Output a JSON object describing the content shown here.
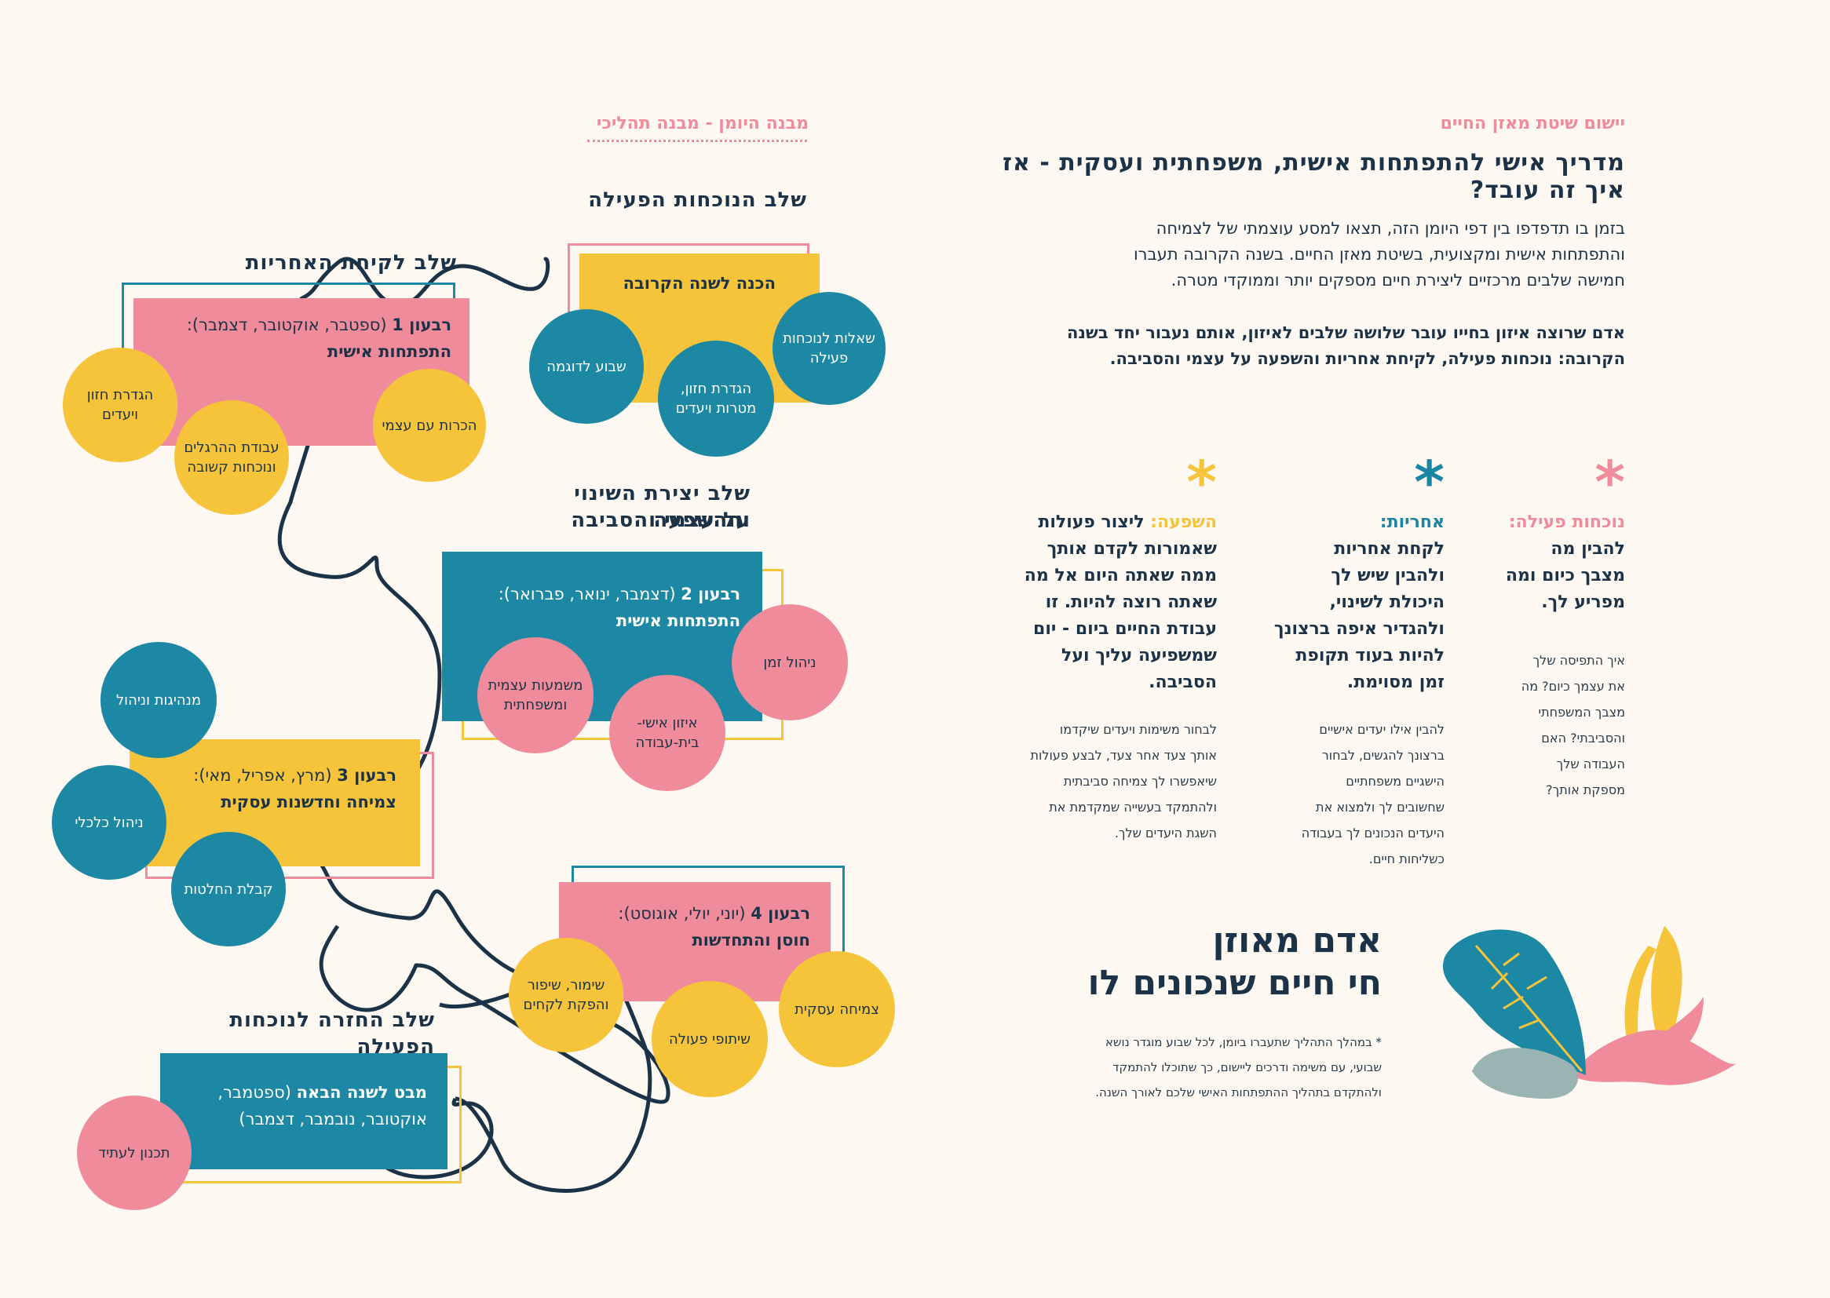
{
  "right_page": {
    "section_label": "יישום שיטת מאזן החיים",
    "title": "מדריך אישי להתפתחות אישית, משפחתית ועסקית - אז איך זה עובד?",
    "intro_lines": [
      "בזמן בו תדפדפו בין דפי היומן הזה, תצאו למסע עוצמתי של לצמיחה",
      "והתפתחות אישית ומקצועית, בשיטת מאזן החיים. בשנה הקרובה תעברו",
      "חמישה שלבים מרכזיים ליצירת חיים מספקים יותר וממוקדי מטרה."
    ],
    "intro_bold_lines": [
      "אדם שרוצה איזון בחייו עובר שלושה שלבים לאיזון, אותם נעבור יחד בשנה",
      "הקרובה: נוכחות פעילה, לקיחת אחריות והשפעה על עצמי והסביבה."
    ],
    "columns": [
      {
        "asterisk": "*",
        "head": "נוכחות פעילה:",
        "head_rest": "",
        "lines": [
          "להבין מה",
          "מצבך כיום ומה",
          "מפריע לך."
        ],
        "small_lines": [
          "איך התפיסה שלך",
          "את עצמך כיום? מה",
          "מצבך המשפחתי",
          "והסביבתי? האם",
          "העבודה שלך",
          "מספקת אותך?"
        ]
      },
      {
        "asterisk": "*",
        "head": "אחריות:",
        "head_rest": "",
        "lines": [
          "לקחת אחריות",
          "ולהבין שיש לך",
          "היכולת לשינוי,",
          "ולהגדיר איפה ברצונך",
          "להיות בעוד תקופת",
          "זמן מסוימת."
        ],
        "small_lines": [
          "להבין אילו יעדים אישיים",
          "ברצונך להגשים, לבחור",
          "הישגיים משפחתיים",
          "שחשובים לך ולמצוא את",
          "היעדים הנכונים לך בעבודה",
          "כשליחות חיים."
        ]
      },
      {
        "asterisk": "*",
        "head": "השפעה:",
        "head_rest": " ליצור פעולות",
        "lines": [
          "שאמורות לקדם אותך",
          "ממה שאתה היום אל מה",
          "שאתה רוצה להיות. זו",
          "עבודת החיים ביום - יום",
          "שמשפיעה עליך ועל",
          "הסביבה."
        ],
        "small_lines": [
          "לבחור משימות ויעדים שיקדמו",
          "אותך צעד אחר צעד, לבצע פעולות",
          "שיאפשרו לך צמיחה סביבתית",
          "ולהתמקד בעשייה שמקדמת את",
          "השגת היעדים שלך."
        ]
      }
    ],
    "big_title_lines": [
      "אדם מאוזן",
      "חי חיים שנכונים לו"
    ],
    "note_lines": [
      "* במהלך התהליך שתעברו ביומן, לכל שבוע מוגדר נושא",
      "שבועי, עם משימה ודרכים ליישום, כך שתוכלו להתמקד",
      "ולהתקדם בתהליך ההתפתחות האישי שלכם לאורך השנה."
    ]
  },
  "left_page": {
    "section_label": "מבנה היומן - מבנה תהליכי",
    "stages": {
      "s1": "שלב הנוכחות הפעילה",
      "s2": "שלב לקיחת האחריות",
      "s3_l1": "שלב יצירת השינוי וההשפעה",
      "s3_l2": "על עצמי והסביבה",
      "s4": "שלב החזרה לנוכחות הפעילה"
    },
    "boxes": {
      "prep": "הכנה לשנה הקרובה",
      "q1_bold": "רבעון 1",
      "q1_rest": " (ספטבר, אוקטובר, דצמבר):",
      "q1_line2": "התפתחות אישית",
      "q2_bold": "רבעון 2",
      "q2_rest": " (דצמבר, ינואר, פברואר):",
      "q2_line2": "התפתחות אישית",
      "q3_bold": "רבעון 3",
      "q3_rest": " (מרץ, אפריל, מאי):",
      "q3_line2": "צמיחה וחדשנות עסקית",
      "q4_bold": "רבעון 4",
      "q4_rest": " (יוני, יולי, אוגוסט):",
      "q4_line2": "חוסן והתחדשות",
      "next_bold": "מבט לשנה הבאה",
      "next_rest": " (ספטמבר,",
      "next_line2": "אוקטובר, נובמבר, דצמבר)"
    },
    "circles": {
      "c_questions": "שאלות לנוכחות פעילה",
      "c_goals_prep": "הגדרת חזון, מטרות ויעדים",
      "c_example_week": "שבוע לדוגמה",
      "c_vision": "הגדרת חזון ויעדים",
      "c_habits": "עבודת ההרגלים ונוכחות קשובה",
      "c_self": "הכרות עם עצמי",
      "c_time": "ניהול זמן",
      "c_meaning": "משמעות עצמית ומשפחתית",
      "c_balance": "איזון אישי- בית-עבודה",
      "c_leadership": "מנהיגות וניהול",
      "c_finance": "ניהול כלכלי",
      "c_decisions": "קבלת החלטות",
      "c_maintain": "שימור, שיפור והפקת לקחים",
      "c_cooperation": "שיתופי פעולה",
      "c_business": "צמיחה עסקית",
      "c_future": "תכנון לעתיד"
    }
  },
  "colors": {
    "pink": "#ef8b9a",
    "blue": "#1c88a3",
    "yellow": "#f6c43a",
    "navy": "#1c3347",
    "background": "#fdf8f1"
  }
}
